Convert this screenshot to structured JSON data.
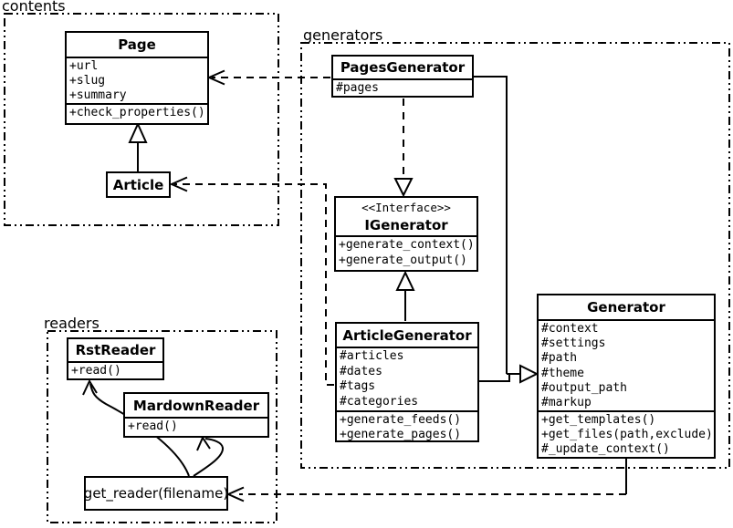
{
  "diagram": {
    "type": "uml-class-diagram",
    "colors": {
      "line": "#000000",
      "background": "#ffffff"
    }
  },
  "packages": {
    "contents": {
      "label": "contents"
    },
    "generators": {
      "label": "generators"
    },
    "readers": {
      "label": "readers"
    }
  },
  "classes": {
    "page": {
      "title": "Page",
      "attributes": [
        "+url",
        "+slug",
        "+summary"
      ],
      "methods": [
        "+check_properties()"
      ]
    },
    "article": {
      "title": "Article"
    },
    "pages_generator": {
      "title": "PagesGenerator",
      "attributes": [
        "#pages"
      ]
    },
    "igenerator": {
      "stereotype": "<<Interface>>",
      "title": "IGenerator",
      "methods": [
        "+generate_context()",
        "+generate_output()"
      ]
    },
    "article_generator": {
      "title": "ArticleGenerator",
      "attributes": [
        "#articles",
        "#dates",
        "#tags",
        "#categories"
      ],
      "methods": [
        "+generate_feeds()",
        "+generate_pages()"
      ]
    },
    "generator": {
      "title": "Generator",
      "attributes": [
        "#context",
        "#settings",
        "#path",
        "#theme",
        "#output_path",
        "#markup"
      ],
      "methods": [
        "+get_templates()",
        "+get_files(path,exclude)",
        "#_update_context()"
      ]
    },
    "rst_reader": {
      "title": "RstReader",
      "methods": [
        "+read()"
      ]
    },
    "markdown_reader": {
      "title": "MardownReader",
      "methods": [
        "+read()"
      ]
    },
    "get_reader": {
      "label": "get_reader(filename)"
    }
  },
  "relationships": [
    "Article --|> Page (inheritance)",
    "PagesGenerator ..> Page (dependency)",
    "ArticleGenerator ..> Article (dependency)",
    "PagesGenerator ..|> IGenerator (realization)",
    "ArticleGenerator --|> IGenerator (realization)",
    "PagesGenerator --|> Generator (inheritance)",
    "ArticleGenerator --|> Generator (inheritance)",
    "Generator ..> get_reader(filename) (dependency)",
    "get_reader(filename) -> RstReader",
    "get_reader(filename) -> MardownReader"
  ]
}
